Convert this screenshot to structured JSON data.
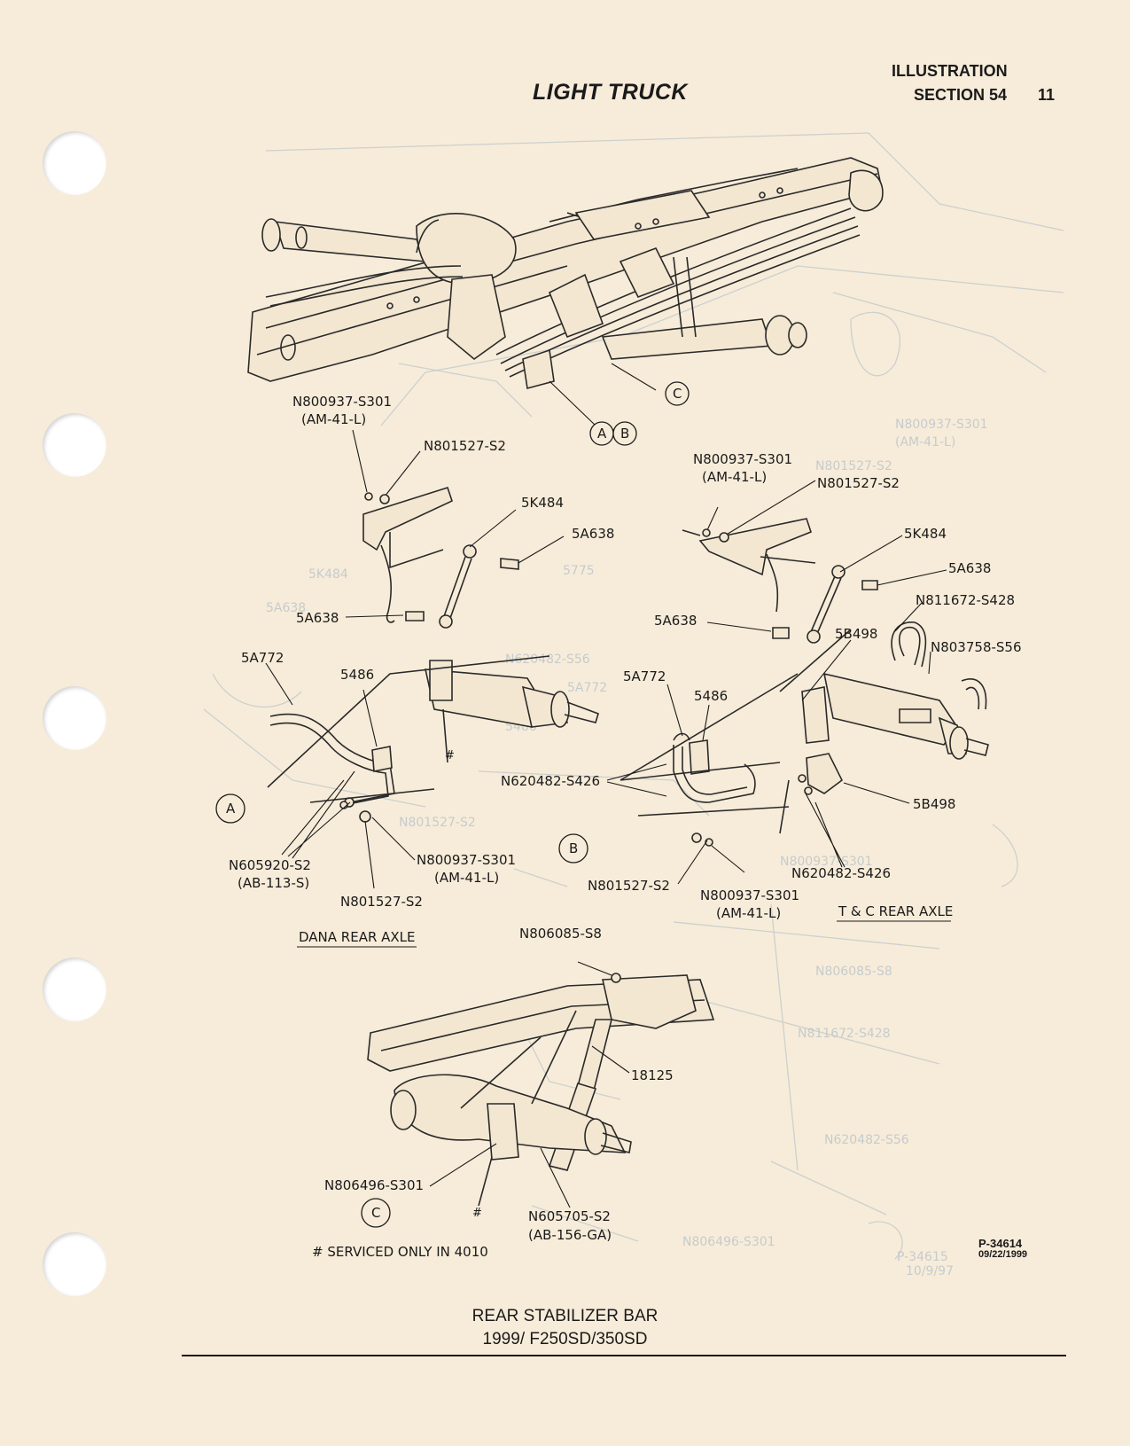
{
  "header": {
    "title": "LIGHT TRUCK",
    "line1": "ILLUSTRATION",
    "line2": "SECTION 54",
    "page_number": "11"
  },
  "callouts": {
    "top_a": "A",
    "top_b": "B",
    "top_c": "C",
    "view_a": "A",
    "view_b": "B",
    "view_c": "C"
  },
  "dana": {
    "title": "DANA REAR AXLE",
    "bolt_top": "N800937-S301",
    "bolt_top_code": "(AM-41-L)",
    "nut_top": "N801527-S2",
    "link": "5K484",
    "bushing_upper": "5A638",
    "bushing_lower": "5A638",
    "bar": "5A772",
    "bracket": "5486",
    "bolt_lower": "N605920-S2",
    "bolt_lower_code": "(AB-113-S)",
    "bolt_bottom": "N800937-S301",
    "bolt_bottom_code": "(AM-41-L)",
    "nut_bottom": "N801527-S2"
  },
  "tc": {
    "title": "T & C REAR AXLE",
    "bolt_top": "N800937-S301",
    "bolt_top_code": "(AM-41-L)",
    "nut_top": "N801527-S2",
    "link": "5K484",
    "bushing_upper": "5A638",
    "bushing_lower": "5A638",
    "ubolt": "N811672-S428",
    "nut_ubolt": "N803758-S56",
    "bracket_upper": "5B498",
    "bar": "5A772",
    "bracket": "5486",
    "bolt_left": "N620482-S426",
    "bracket_lower": "5B498",
    "bolt_right": "N620482-S426",
    "nut_bottom": "N801527-S2",
    "bolt_bottom": "N800937-S301",
    "bolt_bottom_code": "(AM-41-L)"
  },
  "view_c": {
    "bolt_top": "N806085-S8",
    "shock": "18125",
    "bolt_left": "N806496-S301",
    "nut_bottom": "N605705-S2",
    "nut_bottom_code": "(AB-156-GA)"
  },
  "ghost_text": [
    "N800937-S301",
    "(AM-41-L)",
    "N801527-S2",
    "5K484",
    "5A638",
    "5775",
    "N620482-S56",
    "5A772",
    "5486",
    "N801527-S2",
    "N800937-S301",
    "N806085-S8",
    "N811672-S428",
    "N620482-S56",
    "N806496-S301",
    "P-34615",
    "10/9/97"
  ],
  "note": "# SERVICED ONLY IN 4010",
  "figure_number": "P-34614",
  "figure_date": "09/22/1999",
  "footer": {
    "title": "REAR STABILIZER BAR",
    "subtitle": "1999/ F250SD/350SD"
  }
}
